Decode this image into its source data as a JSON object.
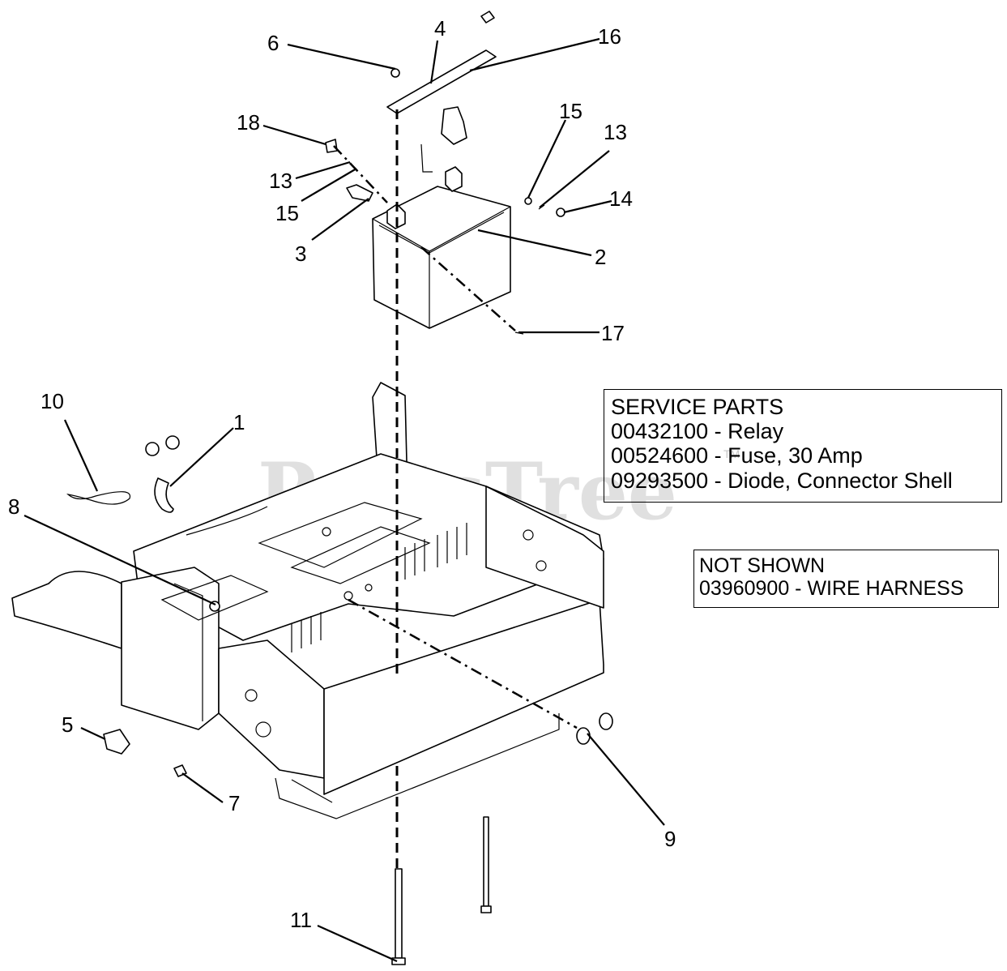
{
  "watermark": {
    "text": "PartsTree",
    "trademark": "TM"
  },
  "callouts": [
    "1",
    "2",
    "3",
    "4",
    "5",
    "6",
    "7",
    "8",
    "9",
    "10",
    "11",
    "13",
    "13",
    "14",
    "15",
    "15",
    "16",
    "17",
    "18"
  ],
  "service_parts": {
    "title": "SERVICE PARTS",
    "items": [
      "00432100 - Relay",
      "00524600 - Fuse, 30 Amp",
      "09293500 - Diode, Connector Shell"
    ]
  },
  "not_shown": {
    "title": "NOT SHOWN",
    "items": [
      "03960900 - WIRE HARNESS"
    ]
  }
}
